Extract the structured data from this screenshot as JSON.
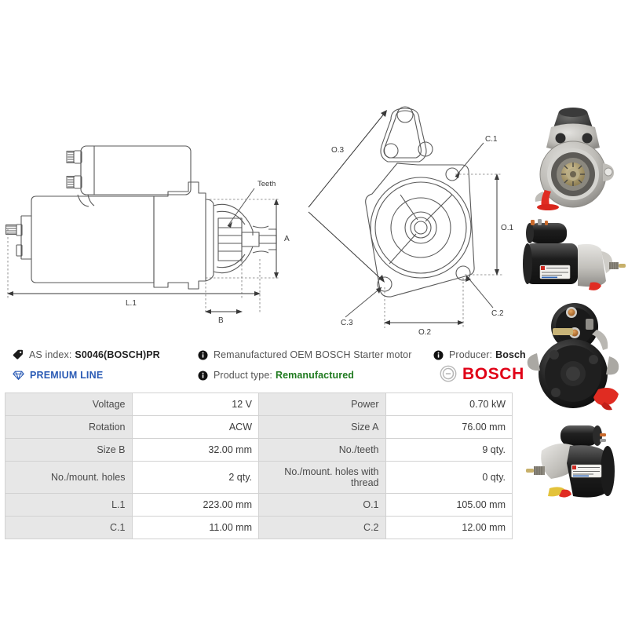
{
  "drawings": {
    "side_view": {
      "name": "starter-motor-side-view",
      "labels": {
        "teeth": "Teeth",
        "length": "L.1",
        "height": "A",
        "depth": "B"
      }
    },
    "front_view": {
      "name": "starter-motor-front-view",
      "labels": {
        "o3": "O.3",
        "o1": "O.1",
        "o2": "O.2",
        "c1": "C.1",
        "c2": "C.2",
        "c3": "C.3"
      }
    }
  },
  "photos": [
    {
      "name": "starter-motor-photo-front-drive-end",
      "alt": "Starter motor front view, drive end pinion"
    },
    {
      "name": "starter-motor-photo-side-solenoid",
      "alt": "Starter motor side view with solenoid and label"
    },
    {
      "name": "starter-motor-photo-rear-terminals",
      "alt": "Starter motor rear view showing solenoid terminals"
    },
    {
      "name": "starter-motor-photo-angled",
      "alt": "Starter motor angled view"
    }
  ],
  "info": {
    "as_index_label": "AS index:",
    "as_index_value": "S0046(BOSCH)PR",
    "premium_line": "PREMIUM LINE",
    "description": "Remanufactured OEM BOSCH Starter motor",
    "product_type_label": "Product type:",
    "product_type_value": "Remanufactured",
    "producer_label": "Producer:",
    "producer_value": "Bosch",
    "brand_word": "BOSCH",
    "icons": {
      "tag": "tag-icon",
      "diamond": "diamond-icon",
      "info": "info-icon",
      "bosch_emblem": "bosch-emblem-icon"
    },
    "colors": {
      "premium_blue": "#2b5bb5",
      "bosch_red": "#e00016",
      "type_green": "#1f7a1f"
    }
  },
  "spec_table": {
    "rows": [
      [
        {
          "key": "Voltage",
          "value": "12 V"
        },
        {
          "key": "Power",
          "value": "0.70 kW"
        }
      ],
      [
        {
          "key": "Rotation",
          "value": "ACW"
        },
        {
          "key": "Size A",
          "value": "76.00 mm"
        }
      ],
      [
        {
          "key": "Size B",
          "value": "32.00 mm"
        },
        {
          "key": "No./teeth",
          "value": "9 qty."
        }
      ],
      [
        {
          "key": "No./mount. holes",
          "value": "2 qty."
        },
        {
          "key": "No./mount. holes with thread",
          "value": "0 qty."
        }
      ],
      [
        {
          "key": "L.1",
          "value": "223.00 mm"
        },
        {
          "key": "O.1",
          "value": "105.00 mm"
        }
      ],
      [
        {
          "key": "C.1",
          "value": "11.00 mm"
        },
        {
          "key": "C.2",
          "value": "12.00 mm"
        }
      ]
    ]
  }
}
